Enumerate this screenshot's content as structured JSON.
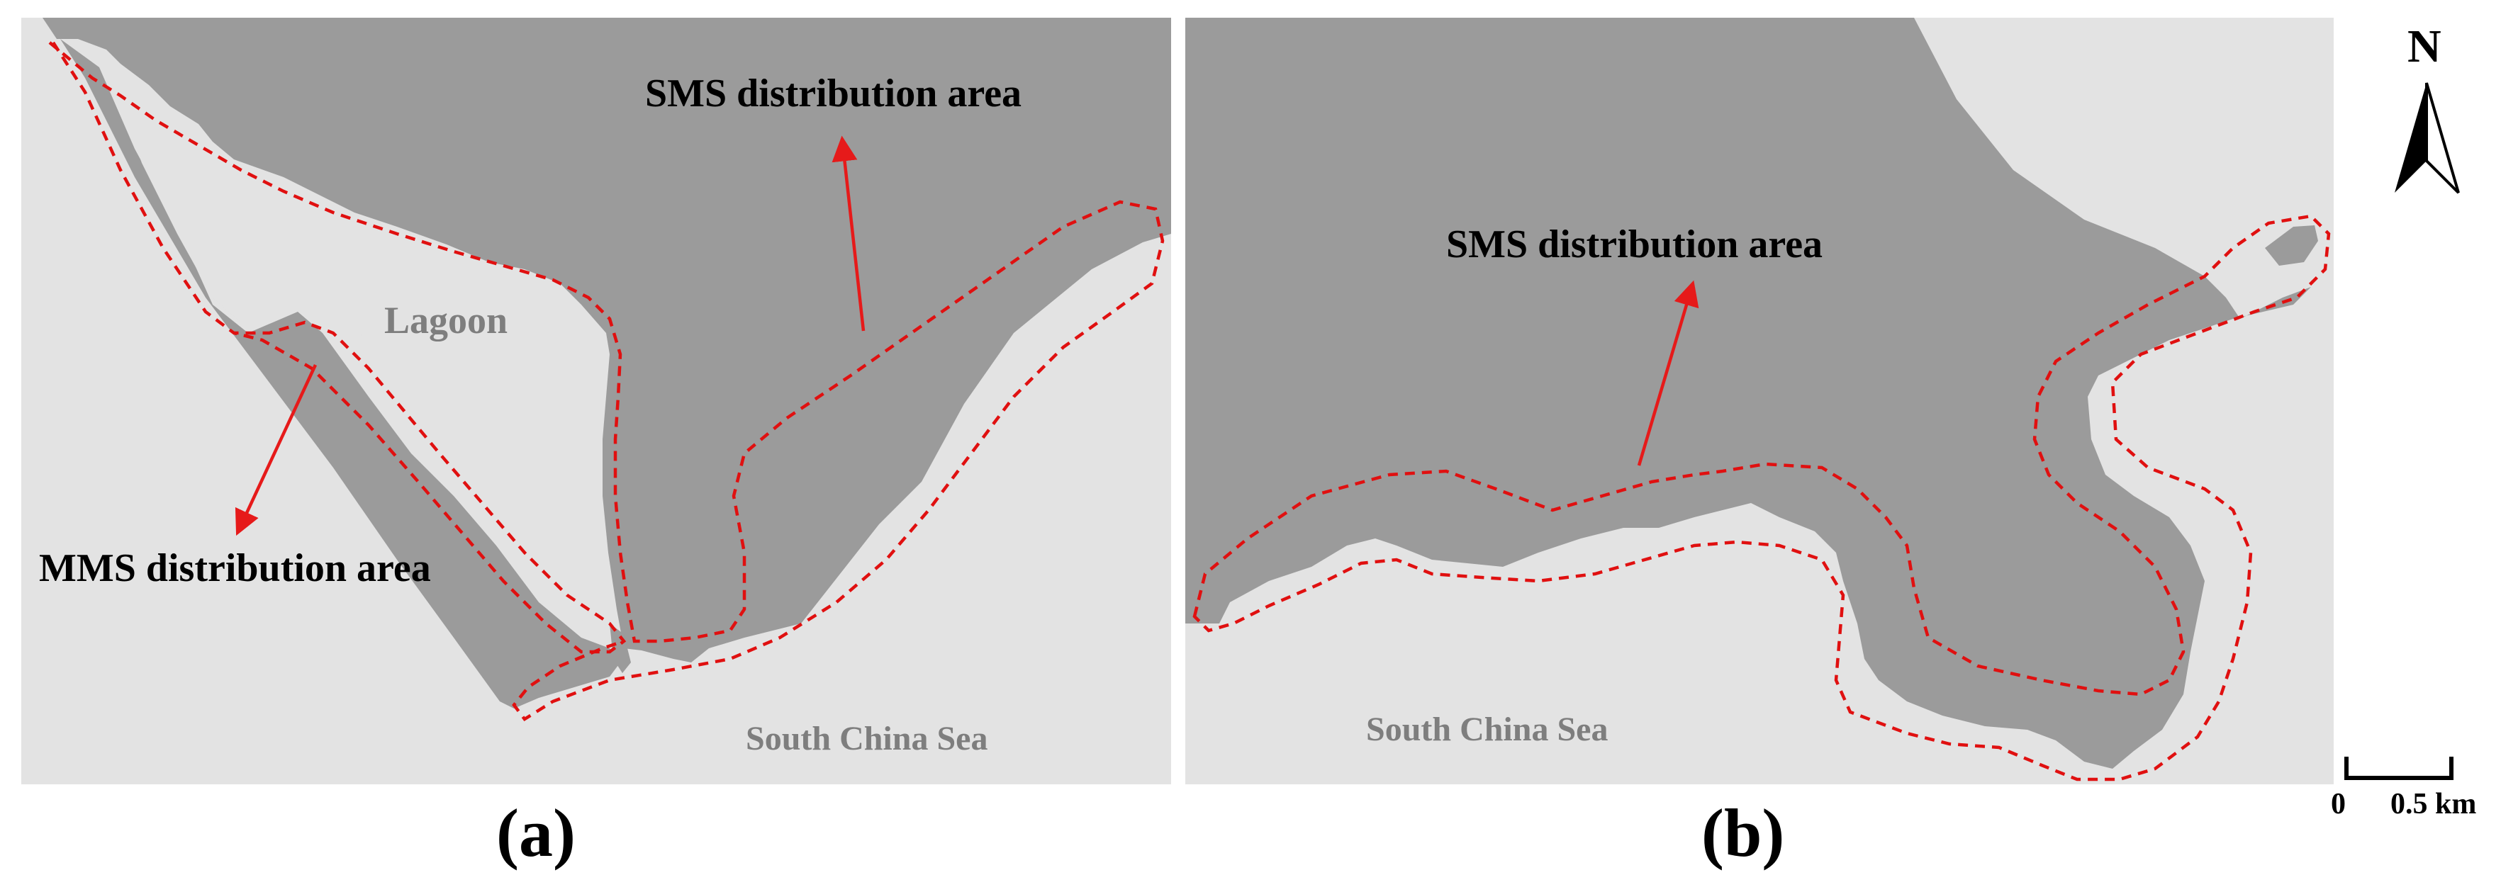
{
  "colors": {
    "land": "#9b9b9b",
    "water": "#e3e3e3",
    "boundary": "#e01010",
    "arrow": "#e61a1a",
    "sea_label": "#7e7e7e",
    "text": "#000000"
  },
  "panel_a": {
    "sms_label": "SMS distribution area",
    "mms_label": "MMS distribution area",
    "lagoon_label": "Lagoon",
    "sea_label": "South China Sea",
    "caption": "(a)"
  },
  "panel_b": {
    "sms_label": "SMS distribution area",
    "sea_label": "South China Sea",
    "caption": "(b)"
  },
  "north_arrow": {
    "label": "N"
  },
  "scale_bar": {
    "start_label": "0",
    "end_label": "0.5 km"
  }
}
